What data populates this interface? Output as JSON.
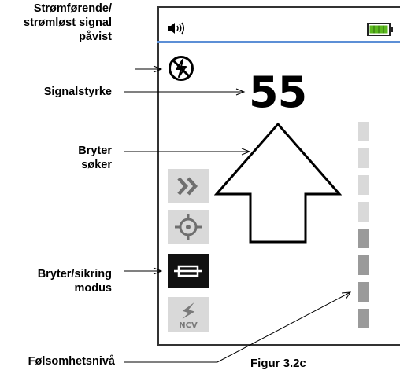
{
  "labels": {
    "signal_status": "Strømførende/\nstrømløst signal\npåvist",
    "signal_strength": "Signalstyrke",
    "breaker_finder": "Bryter\nsøker",
    "breaker_mode": "Bryter/sikring\nmodus",
    "sensitivity": "Følsomhetsnivå"
  },
  "caption": "Figur 3.2c",
  "screen": {
    "signal_value": "55",
    "icons": [
      "speaker-icon",
      "battery-icon",
      "no-voltage-icon",
      "arrow-up-icon"
    ],
    "mode_buttons": [
      {
        "name": "fast-forward-icon",
        "selected": false
      },
      {
        "name": "target-icon",
        "selected": false
      },
      {
        "name": "breaker-fuse-icon",
        "selected": true
      },
      {
        "name": "ncv-icon",
        "label": "NCV",
        "selected": false
      }
    ],
    "sensitivity_level": 4,
    "sensitivity_total": 8,
    "battery_level": 1.0,
    "colors": {
      "header_line": "#5c8fd6",
      "battery": "#5bb81e",
      "tile_inactive": "#d9d9d9",
      "tile_active": "#111111",
      "bar_active": "#9a9a9a",
      "bar_inactive": "#d9d9d9"
    }
  }
}
